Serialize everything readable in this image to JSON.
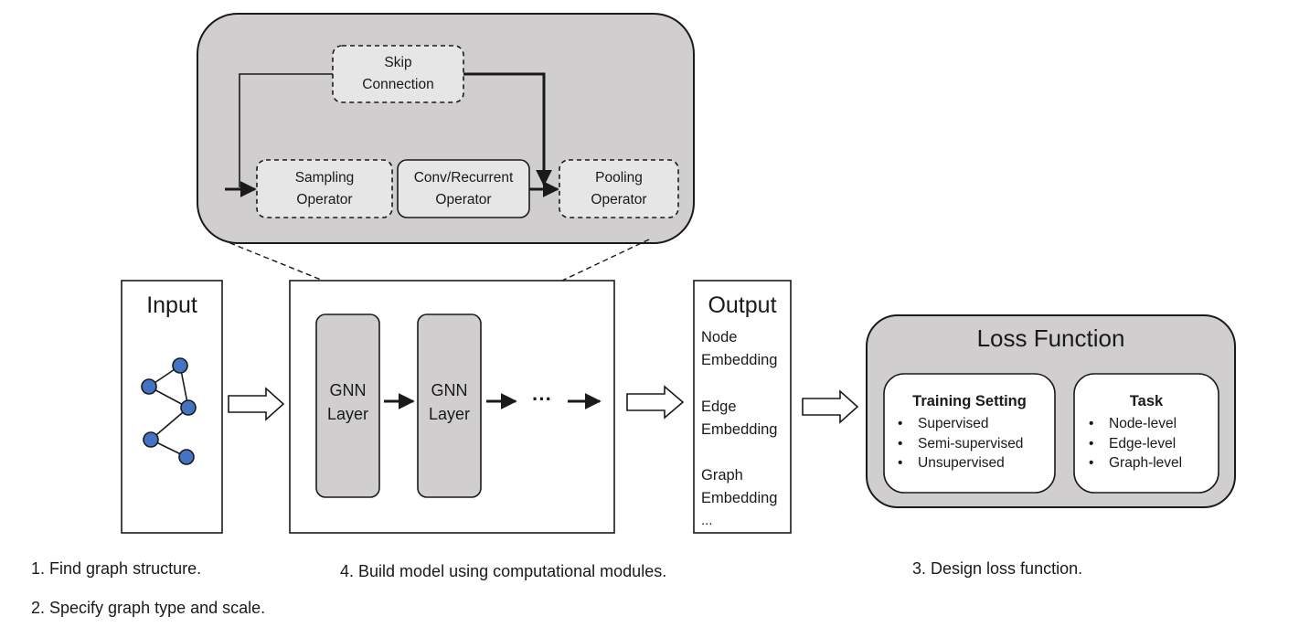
{
  "module_panel": {
    "skip_connection": "Skip\nConnection",
    "sampling_operator": "Sampling\nOperator",
    "conv_recurrent_operator": "Conv/Recurrent\nOperator",
    "pooling_operator": "Pooling\nOperator"
  },
  "input_panel": {
    "title": "Input"
  },
  "model_panel": {
    "layer1": "GNN\nLayer",
    "layer2": "GNN\nLayer",
    "ellipsis": "···"
  },
  "output_panel": {
    "title": "Output",
    "node_embedding": "Node\nEmbedding",
    "edge_embedding": "Edge\nEmbedding",
    "graph_embedding": "Graph\nEmbedding",
    "ellipsis": "..."
  },
  "loss_panel": {
    "title": "Loss Function",
    "training_setting": {
      "title": "Training Setting",
      "items": [
        "Supervised",
        "Semi-supervised",
        "Unsupervised"
      ]
    },
    "task": {
      "title": "Task",
      "items": [
        "Node-level",
        "Edge-level",
        "Graph-level"
      ]
    }
  },
  "steps": {
    "step1": "1. Find graph structure.",
    "step2": "2. Specify graph type and scale.",
    "step3": "3. Design loss function.",
    "step4": "4. Build model using computational modules."
  },
  "colors": {
    "panel_gray": "#d0cece",
    "inner_gray": "#e7e6e6",
    "node_blue": "#4472c4",
    "stroke": "#1a1a1a"
  }
}
